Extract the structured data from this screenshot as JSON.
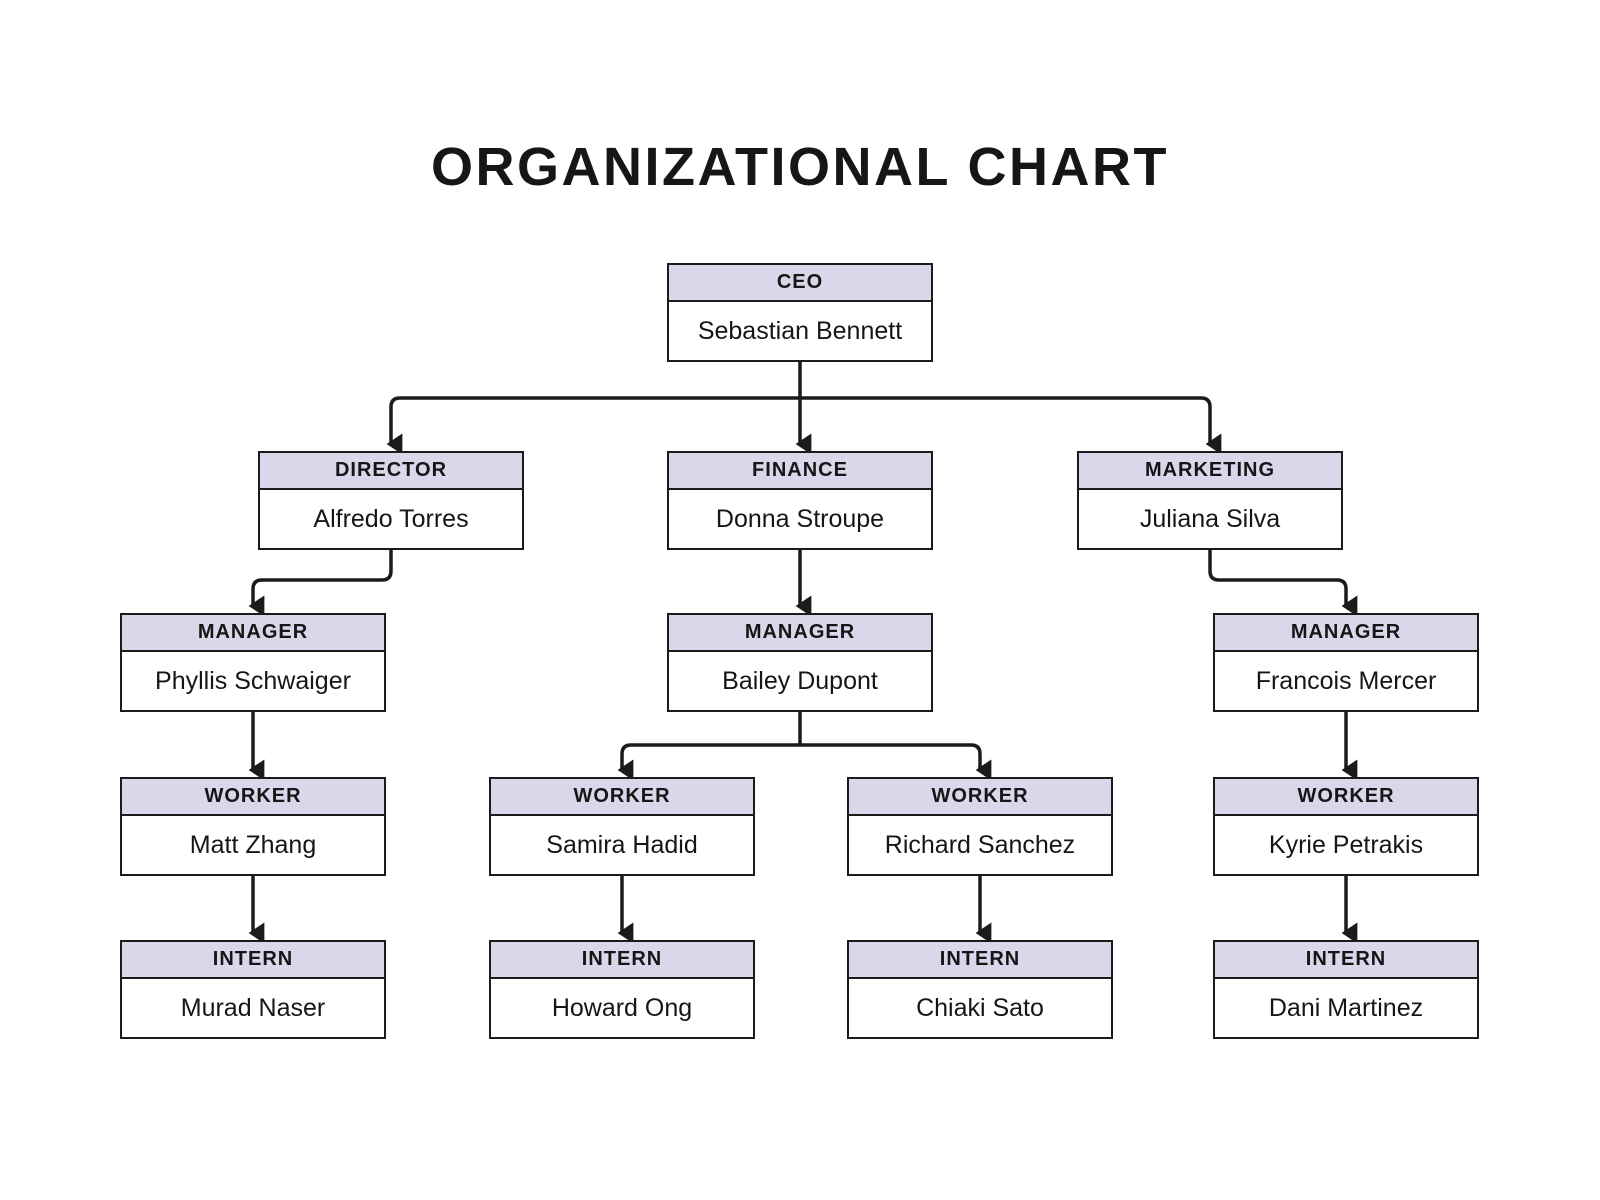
{
  "title": "ORGANIZATIONAL CHART",
  "colors": {
    "background": "#FFFFFF",
    "box_fill": "#FFFFFF",
    "header_fill": "#D9D8EA",
    "border": "#1B1B1B",
    "line": "#1B1B1B",
    "text": "#161616"
  },
  "nodes": [
    {
      "role": "CEO",
      "name": "Sebastian Bennett",
      "reports_to": null
    },
    {
      "role": "DIRECTOR",
      "name": "Alfredo Torres",
      "reports_to": "Sebastian Bennett"
    },
    {
      "role": "FINANCE",
      "name": "Donna Stroupe",
      "reports_to": "Sebastian Bennett"
    },
    {
      "role": "MARKETING",
      "name": "Juliana Silva",
      "reports_to": "Sebastian Bennett"
    },
    {
      "role": "MANAGER",
      "name": "Phyllis Schwaiger",
      "reports_to": "Alfredo Torres"
    },
    {
      "role": "MANAGER",
      "name": "Bailey Dupont",
      "reports_to": "Donna Stroupe"
    },
    {
      "role": "MANAGER",
      "name": "Francois Mercer",
      "reports_to": "Juliana Silva"
    },
    {
      "role": "WORKER",
      "name": "Matt Zhang",
      "reports_to": "Phyllis Schwaiger"
    },
    {
      "role": "WORKER",
      "name": "Samira Hadid",
      "reports_to": "Bailey Dupont"
    },
    {
      "role": "WORKER",
      "name": "Richard Sanchez",
      "reports_to": "Bailey Dupont"
    },
    {
      "role": "WORKER",
      "name": "Kyrie Petrakis",
      "reports_to": "Francois Mercer"
    },
    {
      "role": "INTERN",
      "name": "Murad Naser",
      "reports_to": "Matt Zhang"
    },
    {
      "role": "INTERN",
      "name": "Howard Ong",
      "reports_to": "Samira Hadid"
    },
    {
      "role": "INTERN",
      "name": "Chiaki Sato",
      "reports_to": "Richard Sanchez"
    },
    {
      "role": "INTERN",
      "name": "Dani Martinez",
      "reports_to": "Kyrie Petrakis"
    }
  ]
}
